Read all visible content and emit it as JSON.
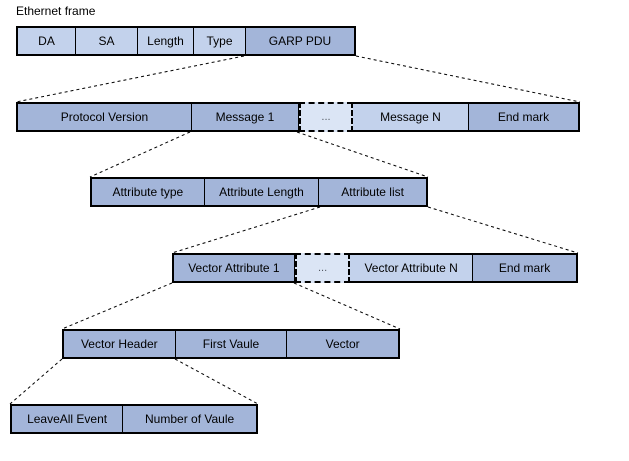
{
  "diagram": {
    "title": "Ethernet frame",
    "colors": {
      "dark": "#a3b5d9",
      "light": "#c3d2ec",
      "pale": "#dbe5f5",
      "border": "#000000",
      "connector": "#000000",
      "background": "#ffffff"
    },
    "rows": [
      {
        "name": "ethernet-frame-row",
        "cells": [
          {
            "label": "DA"
          },
          {
            "label": "SA"
          },
          {
            "label": "Length"
          },
          {
            "label": "Type"
          },
          {
            "label": "GARP PDU"
          }
        ]
      },
      {
        "name": "garp-pdu-row",
        "cells": [
          {
            "label": "Protocol Version"
          },
          {
            "label": "Message 1"
          },
          {
            "label": "..."
          },
          {
            "label": "Message N"
          },
          {
            "label": "End mark"
          }
        ]
      },
      {
        "name": "message-row",
        "cells": [
          {
            "label": "Attribute type"
          },
          {
            "label": "Attribute Length"
          },
          {
            "label": "Attribute list"
          }
        ]
      },
      {
        "name": "attribute-list-row",
        "cells": [
          {
            "label": "Vector Attribute 1"
          },
          {
            "label": "..."
          },
          {
            "label": "Vector Attribute N"
          },
          {
            "label": "End mark"
          }
        ]
      },
      {
        "name": "vector-attribute-row",
        "cells": [
          {
            "label": "Vector Header"
          },
          {
            "label": "First Vaule"
          },
          {
            "label": "Vector"
          }
        ]
      },
      {
        "name": "vector-header-row",
        "cells": [
          {
            "label": "LeaveAll Event"
          },
          {
            "label": "Number of Vaule"
          }
        ]
      }
    ]
  }
}
